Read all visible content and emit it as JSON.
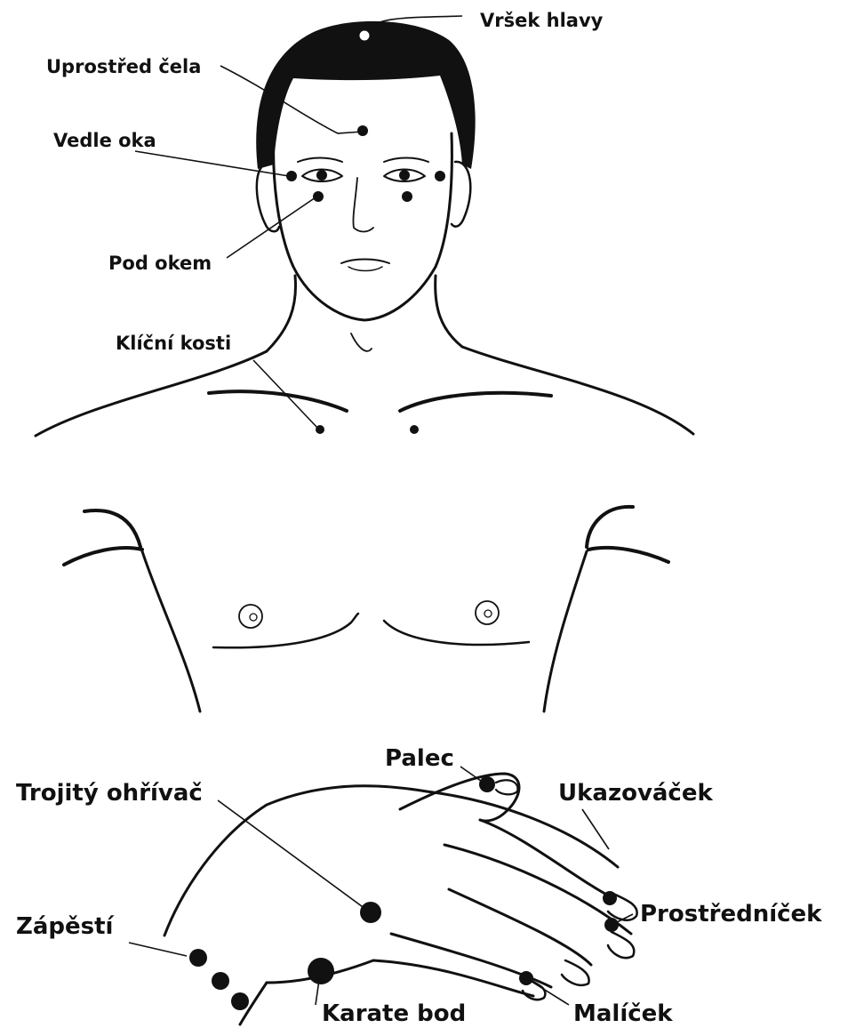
{
  "labels": {
    "top_of_head": "Vršek hlavy",
    "eyebrow": "Uprostřed čela",
    "side_of_eye": "Vedle oka",
    "under_eye": "Pod okem",
    "collarbone": "Klíční kosti",
    "thumb": "Palec",
    "gamut": "Trojitý ohřívač",
    "index_finger": "Ukazováček",
    "wrist": "Zápěstí",
    "middle_finger": "Prostředníček",
    "karate_chop": "Karate bod",
    "little_finger": "Malíček"
  }
}
